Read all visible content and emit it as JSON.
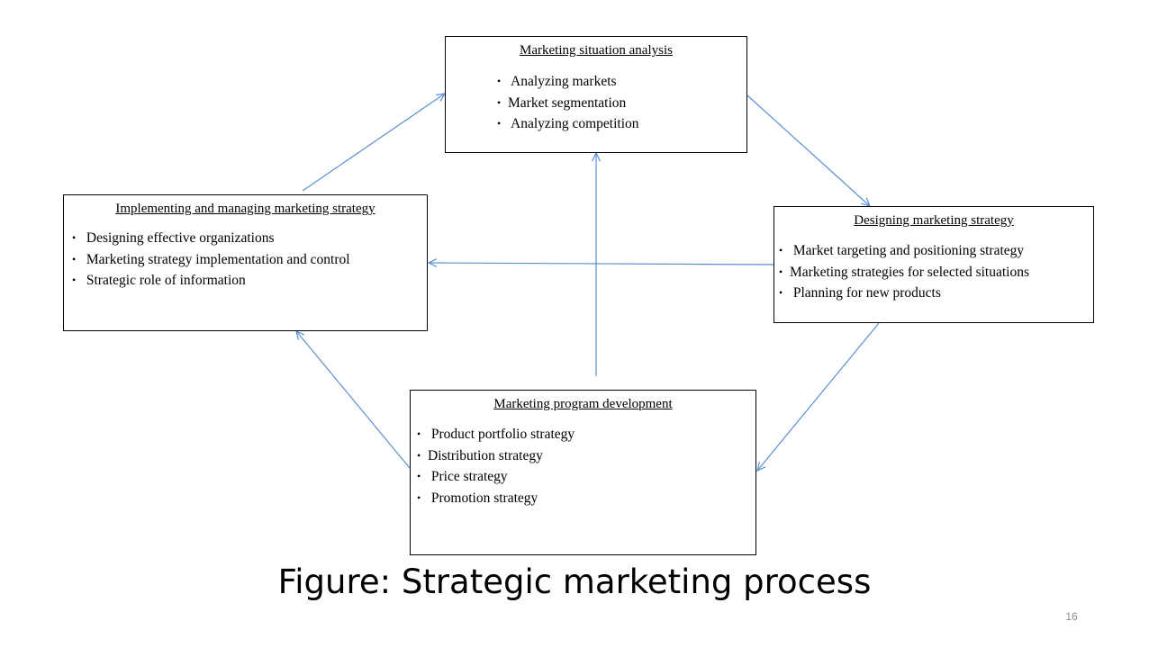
{
  "colors": {
    "arrow": "#5b8fd2",
    "box_border": "#000000",
    "text": "#000000",
    "page_number": "#8c8c8c"
  },
  "bullet_glyph": "•",
  "boxes": {
    "situation": {
      "title": "Marketing situation analysis",
      "items": [
        "Analyzing markets",
        "Market segmentation",
        "Analyzing competition"
      ]
    },
    "designing": {
      "title": "Designing marketing strategy",
      "items": [
        "Market targeting and positioning  strategy",
        "Marketing strategies for selected  situations",
        "Planning for new products"
      ]
    },
    "program": {
      "title": "Marketing program development",
      "items": [
        "Product portfolio strategy",
        "Distribution strategy",
        "Price strategy",
        "Promotion strategy"
      ]
    },
    "implementing": {
      "title": "Implementing and managing marketing strategy",
      "items": [
        "Designing effective organizations",
        "Marketing strategy implementation and control",
        "Strategic role of information"
      ]
    }
  },
  "connections": [
    {
      "from": "situation",
      "to": "designing"
    },
    {
      "from": "designing",
      "to": "program"
    },
    {
      "from": "program",
      "to": "implementing"
    },
    {
      "from": "implementing",
      "to": "situation"
    },
    {
      "from": "designing",
      "to": "implementing"
    },
    {
      "from": "program",
      "to": "situation"
    }
  ],
  "caption": "Figure: Strategic marketing process",
  "page_number": "16"
}
